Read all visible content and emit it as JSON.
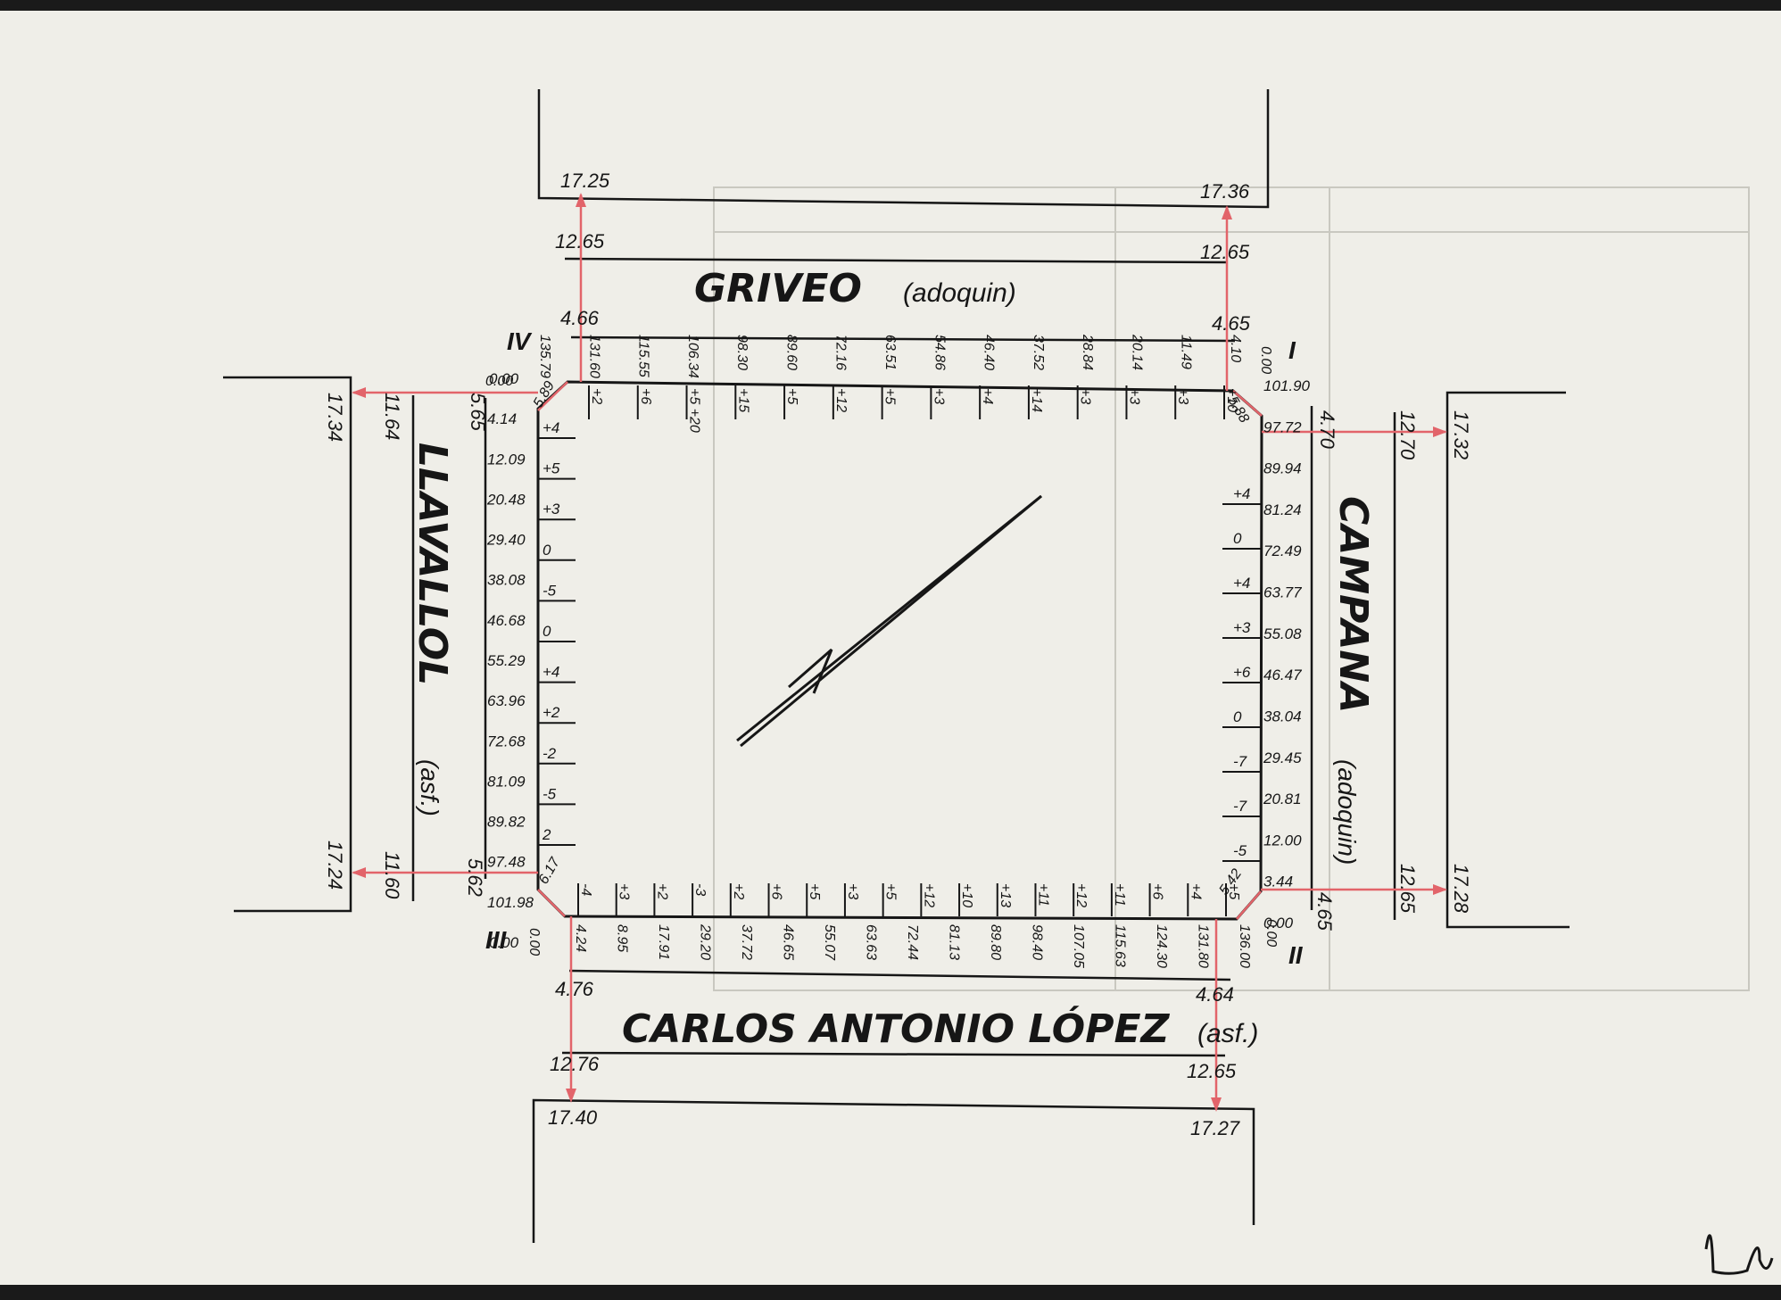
{
  "colors": {
    "paper": "#efeee8",
    "ink": "#161616",
    "red": "#e2646a",
    "border": "#1a1a1a"
  },
  "streets": {
    "north": {
      "name": "GRIVEO",
      "surface": "(adoquin)"
    },
    "south": {
      "name": "CARLOS ANTONIO LÓPEZ",
      "surface": "(asf.)"
    },
    "west": {
      "name": "LLAVALLOL",
      "surface": "(asf.)"
    },
    "east": {
      "name": "CAMPANA",
      "surface": "(adoquin)"
    }
  },
  "corners": {
    "I": "I",
    "II": "II",
    "III": "III",
    "IV": "IV"
  },
  "block": {
    "north": {
      "stations": [
        "135.79",
        "131.60",
        "115.55",
        "106.34",
        "98.30",
        "89.60",
        "72.16",
        "63.51",
        "54.86",
        "46.40",
        "37.52",
        "28.84",
        "20.14",
        "11.49",
        "4.10"
      ],
      "offsets": [
        "+2",
        "+6",
        "+5 +20",
        "+15",
        "+5",
        "+12",
        "+5",
        "+3",
        "+4",
        "+14",
        "+3",
        "+3",
        "+3",
        "+10"
      ]
    },
    "south": {
      "stations": [
        "4.24",
        "8.95",
        "17.91",
        "29.20",
        "37.72",
        "46.65",
        "55.07",
        "63.63",
        "72.44",
        "81.13",
        "89.80",
        "98.40",
        "107.05",
        "115.63",
        "124.30",
        "131.80",
        "136.00"
      ],
      "offsets": [
        "-4",
        "+3",
        "+2",
        "-3",
        "+2",
        "+6",
        "+5",
        "+3",
        "+5",
        "+12",
        "+10",
        "+13",
        "+11",
        "+12",
        "+11",
        "+6",
        "+4",
        "+5"
      ]
    },
    "west": {
      "stations": [
        "0.00",
        "4.14",
        "12.09",
        "20.48",
        "29.40",
        "38.08",
        "46.68",
        "55.29",
        "63.96",
        "72.68",
        "81.09",
        "89.82",
        "97.48",
        "101.98",
        "0.00"
      ],
      "offsets": [
        "+4",
        "+5",
        "+3",
        "0",
        "-5",
        "0",
        "+4",
        "+2",
        "-2",
        "-5",
        "2"
      ]
    },
    "east": {
      "stations": [
        "101.90",
        "97.72",
        "89.94",
        "81.24",
        "72.49",
        "63.77",
        "55.08",
        "46.47",
        "38.04",
        "29.45",
        "20.81",
        "12.00",
        "3.44",
        "0.00"
      ],
      "offsets": [
        "+4",
        "0",
        "+4",
        "+3",
        "+6",
        "0",
        "-7",
        "-7",
        "-5"
      ]
    },
    "chamfers": {
      "ne": "5.88",
      "se": "5.42",
      "sw": "6.17",
      "nw": "5.89"
    }
  },
  "north_dims": {
    "nw_far": "17.25",
    "ne_far": "17.36",
    "nw_mid": "12.65",
    "ne_mid": "12.65",
    "nw_near": "4.66",
    "ne_near": "4.65"
  },
  "south_dims": {
    "sw_near": "4.76",
    "se_near": "4.64",
    "sw_mid": "12.76",
    "se_mid": "12.65",
    "sw_far": "17.40",
    "se_far": "17.27"
  },
  "west_dims": {
    "top_far": "17.34",
    "top_mid": "11.64",
    "top_near": "5.65",
    "bot_far": "17.24",
    "bot_mid": "11.60",
    "bot_near": "5.62"
  },
  "east_dims": {
    "top_near": "4.70",
    "top_mid": "12.70",
    "top_far": "17.32",
    "bot_near": "4.65",
    "bot_mid": "12.65",
    "bot_far": "17.28"
  },
  "corner_zero": {
    "ne": "0.00",
    "se": "0.00",
    "sw": "0.00",
    "nw": "0.00"
  }
}
